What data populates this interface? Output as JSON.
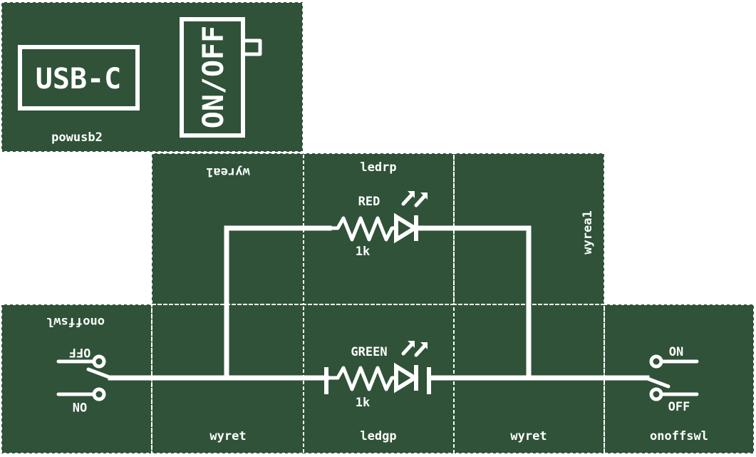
{
  "modules": {
    "powusb2": "powusb2",
    "ledrp": "ledrp",
    "ledgp": "ledgp",
    "wyrea1_top": "wyrea1",
    "wyrea1_right": "wyrea1",
    "onoffswl_left": "onoffswl",
    "onoffswl_right": "onoffswl",
    "wyret_left": "wyret",
    "wyret_right": "wyret"
  },
  "components": {
    "usb_label": "USB-C",
    "power_switch_label": "ON/OFF",
    "red_led_label": "RED",
    "green_led_label": "GREEN",
    "red_resistor_value": "1k",
    "green_resistor_value": "1k"
  },
  "switch_left": {
    "off_label": "OFF",
    "on_label": "ON"
  },
  "switch_right": {
    "on_label": "ON",
    "off_label": "OFF"
  },
  "colors": {
    "board": "#2f5238",
    "trace": "#ffffff",
    "background": "#ffffff"
  }
}
